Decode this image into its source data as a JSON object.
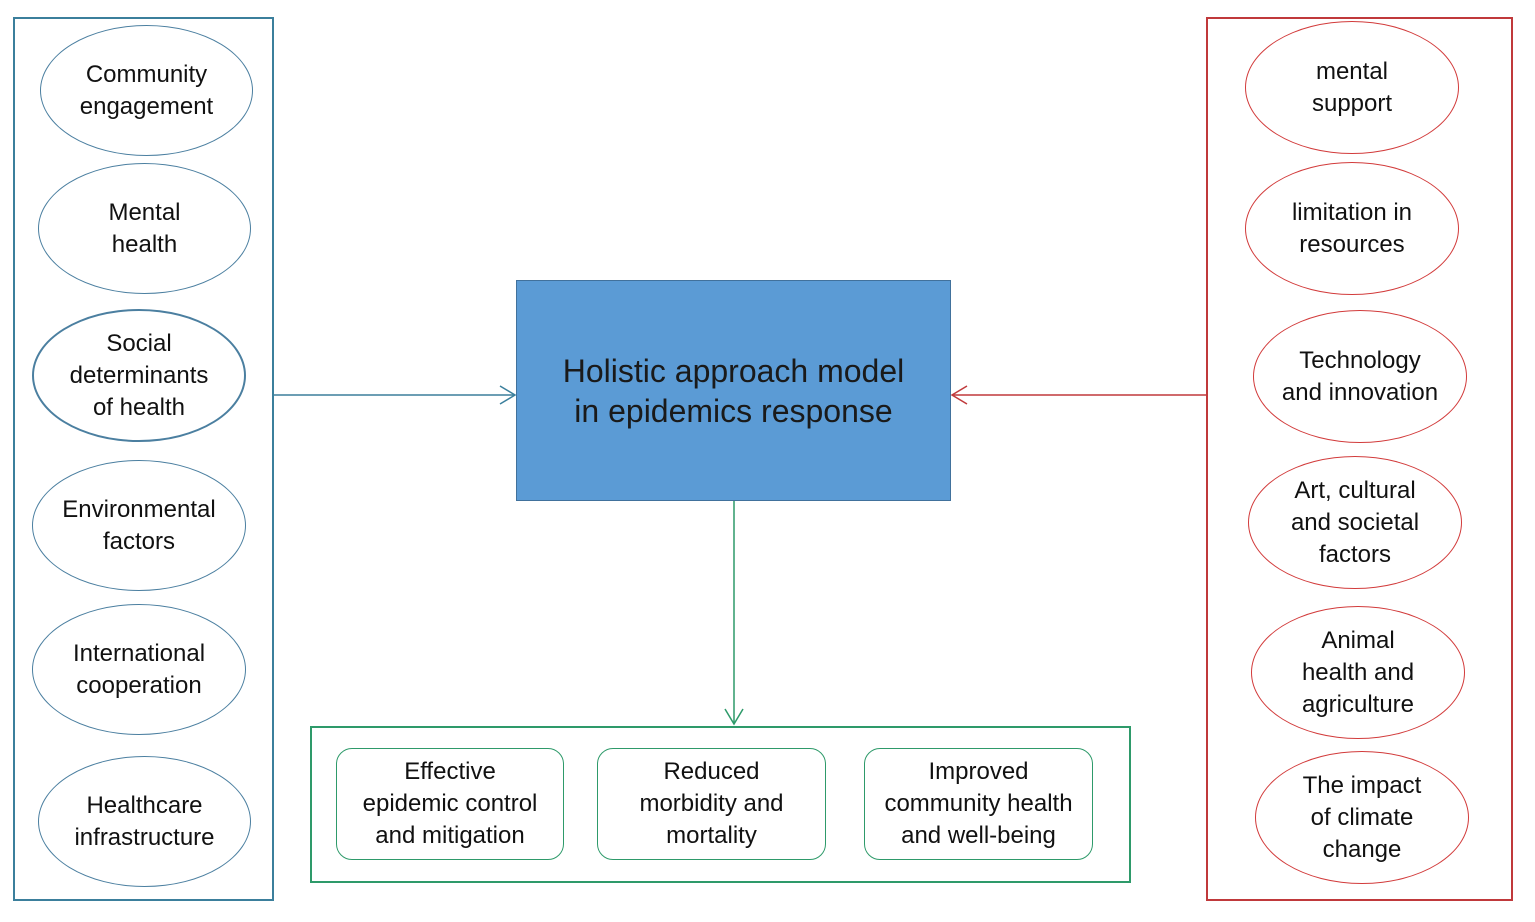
{
  "center": {
    "title": "Holistic approach model\nin epidemics response"
  },
  "left_factors": [
    "Community\nengagement",
    "Mental\nhealth",
    "Social\ndeterminants\nof health",
    "Environmental\nfactors",
    "International\ncooperation",
    "Healthcare\ninfrastructure"
  ],
  "right_factors": [
    "mental\nsupport",
    "limitation in\nresources",
    "Technology\nand innovation",
    "Art, cultural\nand societal\nfactors",
    "Animal\nhealth and\nagriculture",
    "The impact\nof climate\nchange"
  ],
  "outcomes": [
    "Effective\nepidemic control\nand mitigation",
    "Reduced\nmorbidity and\nmortality",
    "Improved\ncommunity health\nand well-being"
  ],
  "colors": {
    "left_accent": "#3b7f9c",
    "right_accent": "#c0393b",
    "outcome_accent": "#2e9a6a",
    "center_fill": "#5b9bd5"
  }
}
